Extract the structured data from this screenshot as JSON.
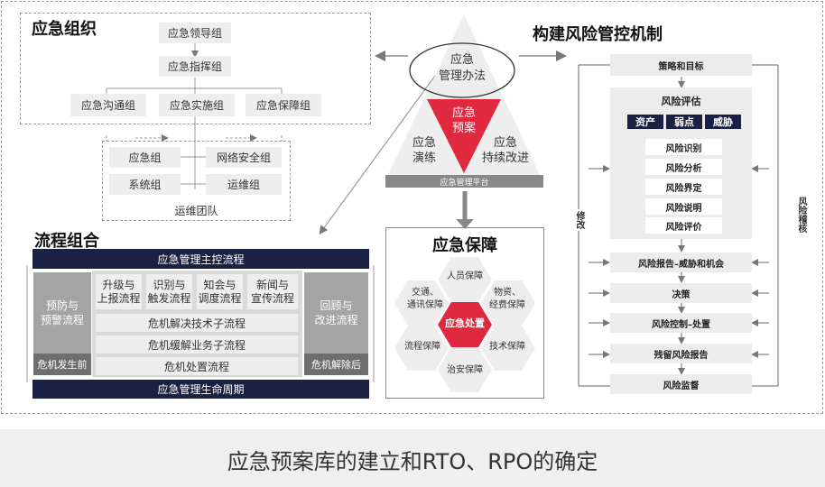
{
  "org": {
    "title": "应急组织",
    "leader": "应急领导组",
    "command": "应急指挥组",
    "groups": [
      "应急沟通组",
      "应急实施组",
      "应急保障组"
    ],
    "ops_team": {
      "title": "运维团队",
      "items": [
        "应急组",
        "网络安全组",
        "系统组",
        "运维组"
      ]
    }
  },
  "triangle": {
    "top": "应急\n管理办法",
    "center": "应急\n预案",
    "left": "应急\n演练",
    "right": "应急\n持续改进",
    "base": "应急管理平台"
  },
  "flow": {
    "title": "流程组合",
    "top_bar": "应急管理主控流程",
    "bottom_bar": "应急管理生命周期",
    "left_box": "预防与\n预警流程",
    "left_footer": "危机发生前",
    "right_box": "回顾与\n改进流程",
    "right_footer": "危机解除后",
    "sub_items": [
      "升级与\n上报流程",
      "识别与\n触发流程",
      "知会与\n调度流程",
      "新闻与\n宣传流程"
    ],
    "rows": [
      "危机解决技术子流程",
      "危机缓解业务子流程",
      "危机处置流程"
    ]
  },
  "guarantee": {
    "title": "应急保障",
    "center": "应急处置",
    "items": [
      "人员保障",
      "物资、\n经费保障",
      "技术保障",
      "治安保障",
      "流程保障",
      "交通、\n通讯保障"
    ]
  },
  "risk": {
    "title": "构建风险管控机制",
    "strategy": "策略和目标",
    "assessment": "风险评估",
    "tags": [
      "资产",
      "弱点",
      "威胁"
    ],
    "steps": [
      "风险识别",
      "风险分析",
      "风险界定",
      "风险说明",
      "风险评价"
    ],
    "report": "风险报告–威胁和机会",
    "decision": "决策",
    "control": "风险控制–处置",
    "residual": "残留风险报告",
    "monitor": "风险监督",
    "left_label": "修改",
    "right_label": "风险稽核"
  },
  "footer": {
    "caption": "应急预案库的建立和RTO、RPO的确定"
  },
  "colors": {
    "navy": "#1a2142",
    "accent_red": "#e0283f",
    "light_grey": "#eeeeee"
  }
}
